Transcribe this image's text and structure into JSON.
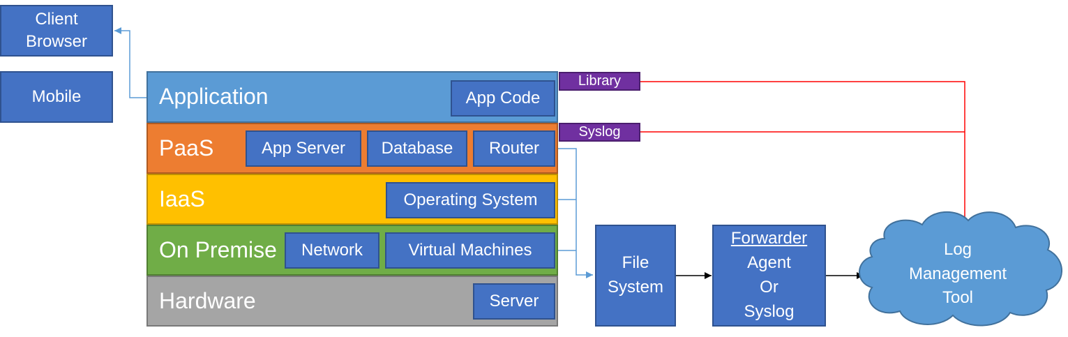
{
  "clients": {
    "browser_line1": "Client",
    "browser_line2": "Browser",
    "mobile": "Mobile"
  },
  "layers": [
    {
      "label": "Application",
      "color": "#5b9bd5",
      "components": [
        "App Code"
      ]
    },
    {
      "label": "PaaS",
      "color": "#ed7d31",
      "components": [
        "App Server",
        "Database",
        "Router"
      ]
    },
    {
      "label": "IaaS",
      "color": "#ffc000",
      "components": [
        "Operating System"
      ]
    },
    {
      "label": "On Premise",
      "color": "#70ad47",
      "components": [
        "Network",
        "Virtual Machines"
      ]
    },
    {
      "label": "Hardware",
      "color": "#a5a5a5",
      "components": [
        "Server"
      ]
    }
  ],
  "tags": {
    "library": "Library",
    "syslog": "Syslog"
  },
  "file_system": {
    "line1": "File",
    "line2": "System"
  },
  "forwarder": {
    "title": "Forwarder",
    "line1": "Agent",
    "line2": "Or",
    "line3": "Syslog"
  },
  "log_tool": {
    "line1": "Log",
    "line2": "Management",
    "line3": "Tool"
  },
  "colors": {
    "box_blue": "#4472c4",
    "connector_blue": "#5b9bd5",
    "connector_red": "#ff0000",
    "tag_purple": "#7030a0",
    "cloud": "#5b9bd5"
  }
}
